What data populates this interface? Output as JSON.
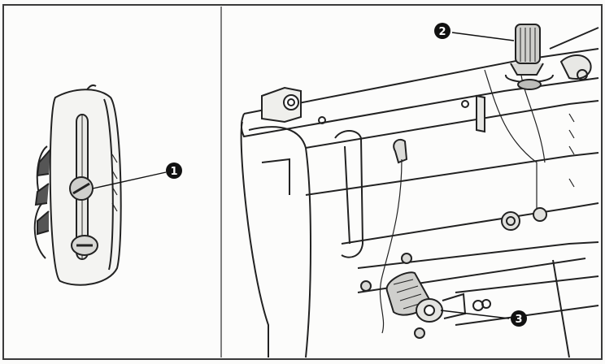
{
  "figure": {
    "left_panel": {
      "callouts": [
        {
          "label": "1"
        }
      ]
    },
    "right_panel": {
      "callouts": [
        {
          "label": "2"
        },
        {
          "label": "3"
        }
      ]
    }
  }
}
